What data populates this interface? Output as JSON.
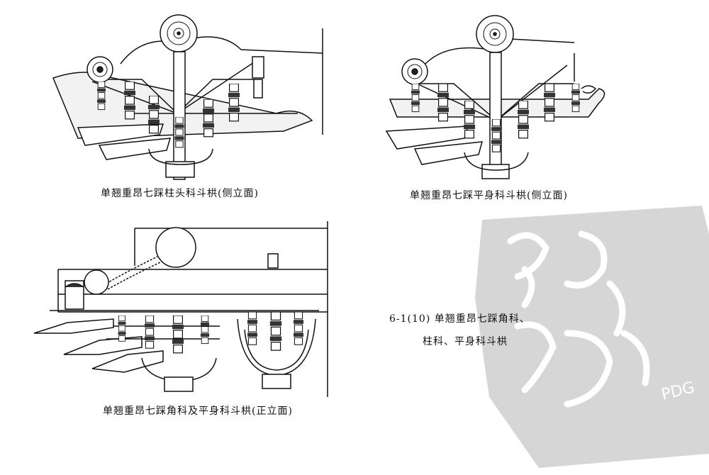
{
  "captions": {
    "column_head_side": "单翘重昂七踩柱头科斗栱(侧立面)",
    "intermediate_side": "单翘重昂七踩平身科斗栱(侧立面)",
    "corner_front": "单翘重昂七踩角科及平身科斗栱(正立面)"
  },
  "figure": {
    "title_line1": "6-1(10) 单翘重昂七踩角科、",
    "title_line2": "柱科、平身科斗栱"
  },
  "watermark": {
    "text": "PDG",
    "color": "#d6d6d6"
  },
  "colors": {
    "ink": "#111111",
    "paper": "#ffffff"
  }
}
